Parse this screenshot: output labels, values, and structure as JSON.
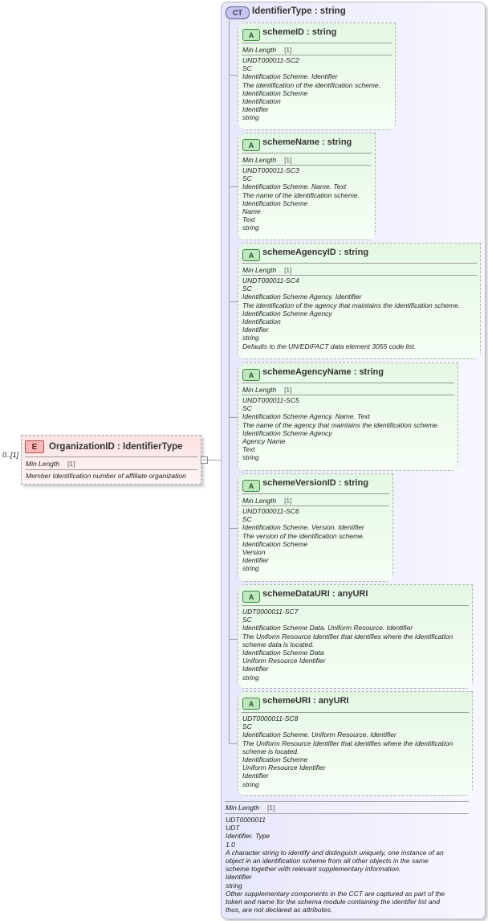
{
  "element": {
    "badge": "E",
    "name": "OrganizationID : IdentifierType",
    "occurrence": "0..[1]",
    "facet_label": "Min Length",
    "facet_value": "[1]",
    "doc": "Member Identification number of affiliate organization"
  },
  "complex_type": {
    "badge": "CT",
    "name": "IdentifierType : string",
    "facet_label": "Min Length",
    "facet_value": "[1]",
    "doc": "UDT0000011\nUDT\nIdentifier. Type\n1.0\nA character string to identify and distinguish uniquely, one instance of an\nobject in an identification scheme from all other objects in the same\nscheme together with relevant supplementary information.\nIdentifier\nstring\nOther supplementary components in the CCT are captured as part of the\ntoken and name for the schema module containing the identifer list and\nthus, are not declared as attributes."
  },
  "attributes": [
    {
      "badge": "A",
      "name": "schemeID : string",
      "facet_label": "Min Length",
      "facet_value": "[1]",
      "doc": "UNDT000011-SC2\nSC\nIdentification Scheme. Identifier\nThe identification of the identification scheme.\nIdentification Scheme\nIdentification\nIdentifier\nstring"
    },
    {
      "badge": "A",
      "name": "schemeName : string",
      "facet_label": "Min Length",
      "facet_value": "[1]",
      "doc": "UNDT000011-SC3\nSC\nIdentification Scheme. Name. Text\nThe name of the identification scheme.\nIdentification Scheme\nName\nText\nstring"
    },
    {
      "badge": "A",
      "name": "schemeAgencyID : string",
      "facet_label": "Min Length",
      "facet_value": "[1]",
      "doc": "UNDT000011-SC4\nSC\nIdentification Scheme Agency. Identifier\nThe identification of the agency that maintains the identification scheme.\nIdentification Scheme Agency\nIdentification\nIdentifier\nstring\nDefaults to the UN/EDIFACT data element 3055 code list."
    },
    {
      "badge": "A",
      "name": "schemeAgencyName : string",
      "facet_label": "Min Length",
      "facet_value": "[1]",
      "doc": "UNDT000011-SC5\nSC\nIdentification Scheme Agency. Name. Text\nThe name of the agency that maintains the identification scheme.\nIdentification Scheme Agency\nAgency Name\nText\nstring"
    },
    {
      "badge": "A",
      "name": "schemeVersionID : string",
      "facet_label": "Min Length",
      "facet_value": "[1]",
      "doc": "UNDT000011-SC6\nSC\nIdentification Scheme. Version. Identifier\nThe version of the identification scheme.\nIdentification Scheme\nVersion\nIdentifier\nstring"
    },
    {
      "badge": "A",
      "name": "schemeDataURI : anyURI",
      "doc": "UDT0000011-SC7\nSC\nIdentification Scheme Data. Uniform Resource. Identifier\nThe Uniform Resource Identifier that identifies where the identification\nscheme data is located.\nIdentification Scheme Data\nUniform Resource Identifier\nIdentifier\nstring"
    },
    {
      "badge": "A",
      "name": "schemeURI : anyURI",
      "doc": "UDT0000011-SC8\nSC\nIdentification Scheme. Uniform Resource. Identifier\nThe Uniform Resource Identifier that identifies where the identification\nscheme is located.\nIdentification Scheme\nUniform Resource Identifier\nIdentifier\nstring"
    }
  ]
}
